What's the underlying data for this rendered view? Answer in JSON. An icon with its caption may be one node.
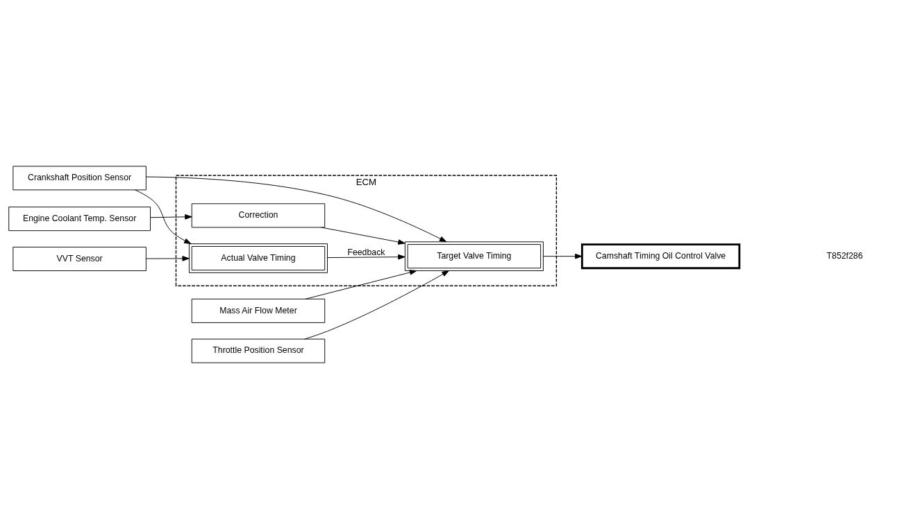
{
  "diagram": {
    "nodes": [
      {
        "text": [
          "ECM"
        ]
      },
      {
        "text": [
          "Crankshaft Position Sensor"
        ]
      },
      {
        "text": [
          "Mass Air Flow Meter"
        ]
      },
      {
        "text": [
          "Throttle Position Sensor"
        ]
      },
      {
        "text": [
          "Engine Coolant Temp. Sensor"
        ]
      },
      {
        "text": [
          "VVT Sensor"
        ]
      },
      {
        "text": [
          "Target Valve Timing"
        ],
        "in": 0
      },
      {
        "text": [
          "Correction"
        ],
        "in": 0
      },
      {
        "text": [
          "Actual Valve Timing"
        ],
        "in": 0
      },
      {
        "text": [
          "Camshaft Timing Oil Control Valve"
        ]
      }
    ],
    "edges": [
      {
        "from": 1,
        "to": 6,
        "arrow": "to"
      },
      {
        "from": 1,
        "to": 8,
        "arrow": "to"
      },
      {
        "from": 2,
        "to": 6,
        "arrow": "to"
      },
      {
        "from": 3,
        "to": 6,
        "arrow": "to"
      },
      {
        "from": 4,
        "to": 7,
        "arrow": "to"
      },
      {
        "from": 5,
        "to": 8,
        "arrow": "to"
      },
      {
        "from": 7,
        "to": 6,
        "arrow": "to"
      },
      {
        "from": 8,
        "to": 6,
        "arrow": "to",
        "label": "Feedback"
      },
      {
        "from": 6,
        "to": 9,
        "arrow": "to"
      }
    ],
    "labels": [
      "T852f286"
    ]
  }
}
